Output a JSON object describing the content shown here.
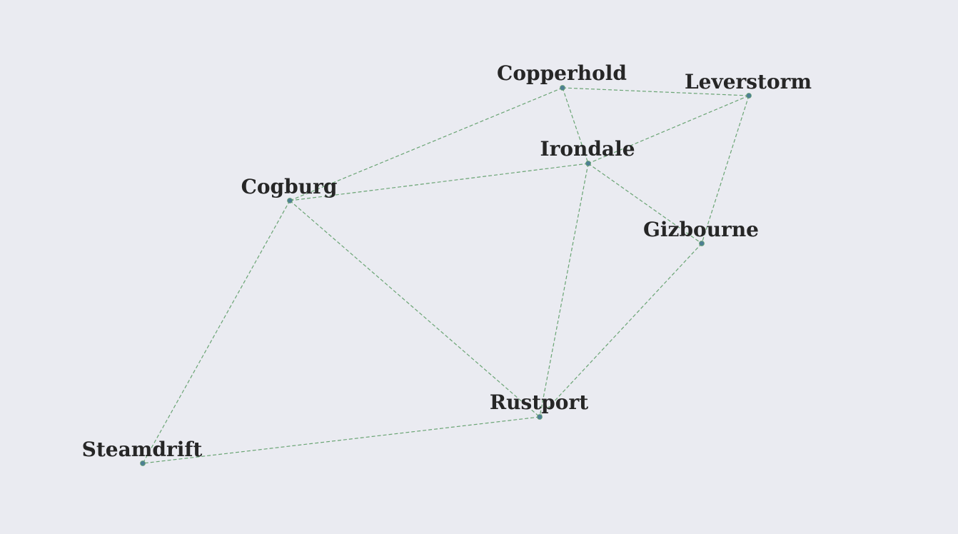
{
  "map": {
    "background": "#eaebf1",
    "route_color": "#6aa474",
    "node_color": "#4e7f93",
    "label_color": "#262626",
    "cities": [
      {
        "id": "copperhold",
        "name": "Copperhold"
      },
      {
        "id": "leverstorm",
        "name": "Leverstorm"
      },
      {
        "id": "irondale",
        "name": "Irondale"
      },
      {
        "id": "cogburg",
        "name": "Cogburg"
      },
      {
        "id": "gizbourne",
        "name": "Gizbourne"
      },
      {
        "id": "rustport",
        "name": "Rustport"
      },
      {
        "id": "steamdrift",
        "name": "Steamdrift"
      }
    ],
    "routes": [
      [
        "copperhold",
        "leverstorm"
      ],
      [
        "copperhold",
        "irondale"
      ],
      [
        "copperhold",
        "cogburg"
      ],
      [
        "leverstorm",
        "irondale"
      ],
      [
        "leverstorm",
        "gizbourne"
      ],
      [
        "irondale",
        "cogburg"
      ],
      [
        "irondale",
        "gizbourne"
      ],
      [
        "irondale",
        "rustport"
      ],
      [
        "cogburg",
        "rustport"
      ],
      [
        "cogburg",
        "steamdrift"
      ],
      [
        "gizbourne",
        "rustport"
      ],
      [
        "rustport",
        "steamdrift"
      ]
    ]
  }
}
